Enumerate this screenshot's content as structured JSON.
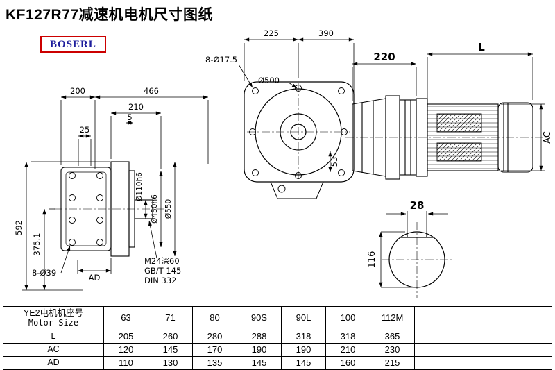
{
  "title": "KF127R77减速机电机尺寸图纸",
  "brand": {
    "logo_text": "BOSERL"
  },
  "front_view": {
    "bolt_holes": "8-Ø17.5",
    "dim_a": "225",
    "dim_b": "390",
    "dia_main": "Ø500",
    "dim_side": "53"
  },
  "motor_view": {
    "dim_flange_len": "220",
    "dim_motor_len": "L",
    "dim_motor_dia": "AC"
  },
  "side_view": {
    "dim_width_a": "200",
    "dim_width_total": "466",
    "dim_flange": "210",
    "dim_gap": "5",
    "dim_offset": "25",
    "dim_height": "592",
    "dim_center_height": "375.1",
    "bolt_holes": "8-Ø39",
    "dim_ad": "AD",
    "dia_shaft": "Ø110h6",
    "dia_spigot": "Ø450h6",
    "dia_flange": "Ø550",
    "note_tap": "M24深60",
    "note_std_1": "GB/T 145",
    "note_std_2": "DIN 332"
  },
  "shaft_view": {
    "dim_key_width": "28",
    "dim_shaft_dia": "116"
  },
  "table": {
    "header": {
      "label_cn": "YE2电机机座号",
      "label_en": "Motor Size",
      "sizes": [
        "63",
        "71",
        "80",
        "90S",
        "90L",
        "100",
        "112M"
      ]
    },
    "rows": [
      {
        "label": "L",
        "values": [
          "205",
          "260",
          "280",
          "288",
          "318",
          "318",
          "365"
        ]
      },
      {
        "label": "AC",
        "values": [
          "120",
          "145",
          "170",
          "190",
          "190",
          "210",
          "230"
        ]
      },
      {
        "label": "AD",
        "values": [
          "110",
          "130",
          "135",
          "145",
          "145",
          "160",
          "215"
        ]
      }
    ]
  }
}
